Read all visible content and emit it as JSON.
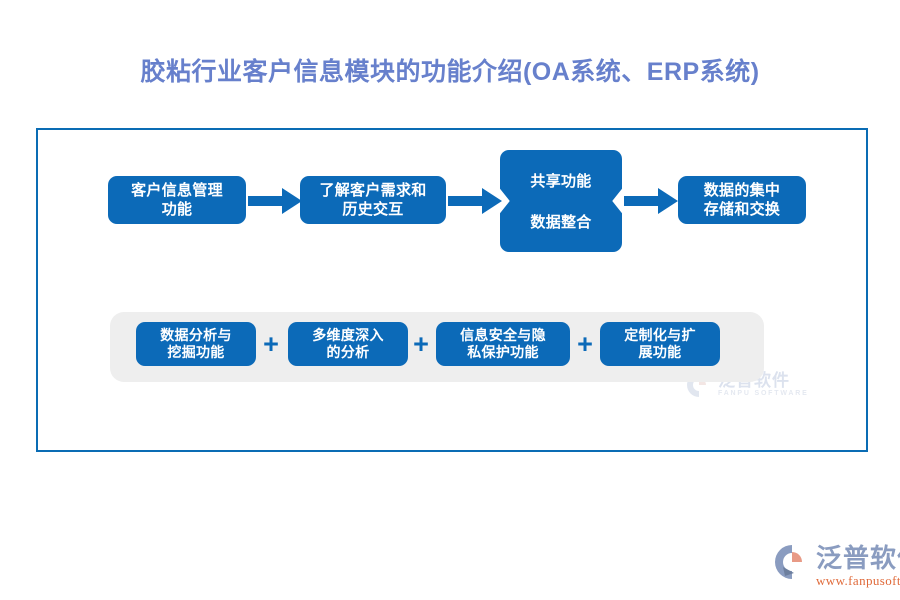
{
  "page": {
    "title": "胶粘行业客户信息模块的功能介绍(OA系统、ERP系统)",
    "title_color": "#6780CC",
    "accent_color": "#0C6AB8",
    "frame_border_color": "#0A6CB4",
    "panel_bg_color": "#EEEEEE",
    "background_color": "#FFFFFF"
  },
  "flow": {
    "boxes": [
      {
        "id": "customer-info",
        "label": "客户信息管理\n功能"
      },
      {
        "id": "understand-need",
        "label": "了解客户需求和\n历史交互"
      },
      {
        "id": "central-storage",
        "label": "数据的集中\n存储和交换"
      }
    ],
    "grouped_box": {
      "id": "share-group",
      "lines": [
        {
          "label": "共享功能"
        },
        {
          "label": "数据整合"
        }
      ]
    },
    "arrows": [
      {
        "id": "arrow-1",
        "icon": "right-arrow-icon"
      },
      {
        "id": "arrow-2",
        "icon": "right-arrow-icon"
      },
      {
        "id": "arrow-3",
        "icon": "right-arrow-icon"
      }
    ]
  },
  "features": {
    "items": [
      {
        "id": "data-analysis",
        "label": "数据分析与\n挖掘功能"
      },
      {
        "id": "multi-dimension",
        "label": "多维度深入\n的分析"
      },
      {
        "id": "security-privacy",
        "label": "信息安全与隐\n私保护功能"
      },
      {
        "id": "customization",
        "label": "定制化与扩\n展功能"
      }
    ],
    "separators": [
      {
        "id": "plus-0",
        "label": "+"
      },
      {
        "id": "plus-1",
        "label": "+"
      },
      {
        "id": "plus-2",
        "label": "+"
      }
    ]
  },
  "watermark": {
    "cn": "泛普软件",
    "en": "FANPU SOFTWARE"
  },
  "brand": {
    "cn": "泛普软件",
    "url": "www.fanpusoft.com",
    "url_color": "#E06A3A",
    "cn_color": "#8A9CC0"
  }
}
